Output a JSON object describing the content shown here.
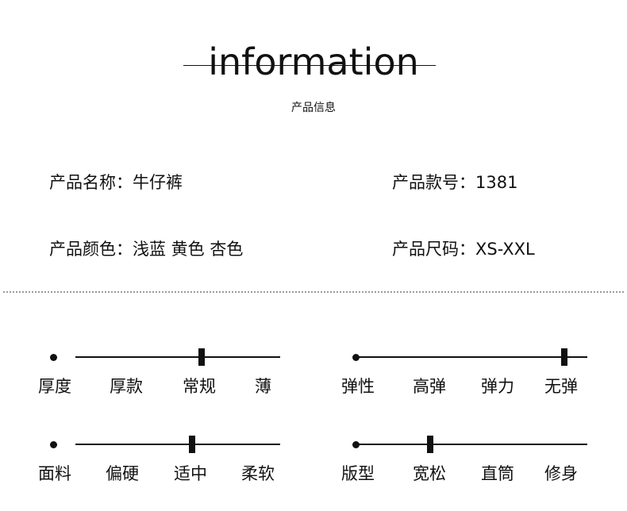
{
  "header": {
    "title": "information",
    "subtitle": "产品信息"
  },
  "info": {
    "name": {
      "label": "产品名称：",
      "value": "牛仔裤"
    },
    "code": {
      "label": "产品款号：",
      "value": "1381"
    },
    "color": {
      "label": "产品颜色：",
      "value": "浅蓝 黄色 杏色"
    },
    "size": {
      "label": "产品尺码：",
      "value": "XS-XXL"
    }
  },
  "scales": {
    "thickness": {
      "title": "厚度",
      "options": [
        "厚款",
        "常规",
        "薄"
      ],
      "selected": "常规"
    },
    "elasticity": {
      "title": "弹性",
      "options": [
        "高弹",
        "弹力",
        "无弹"
      ],
      "selected": "无弹"
    },
    "fabric": {
      "title": "面料",
      "options": [
        "偏硬",
        "适中",
        "柔软"
      ],
      "selected": "适中"
    },
    "fit": {
      "title": "版型",
      "options": [
        "宽松",
        "直筒",
        "修身"
      ],
      "selected": "宽松"
    }
  }
}
